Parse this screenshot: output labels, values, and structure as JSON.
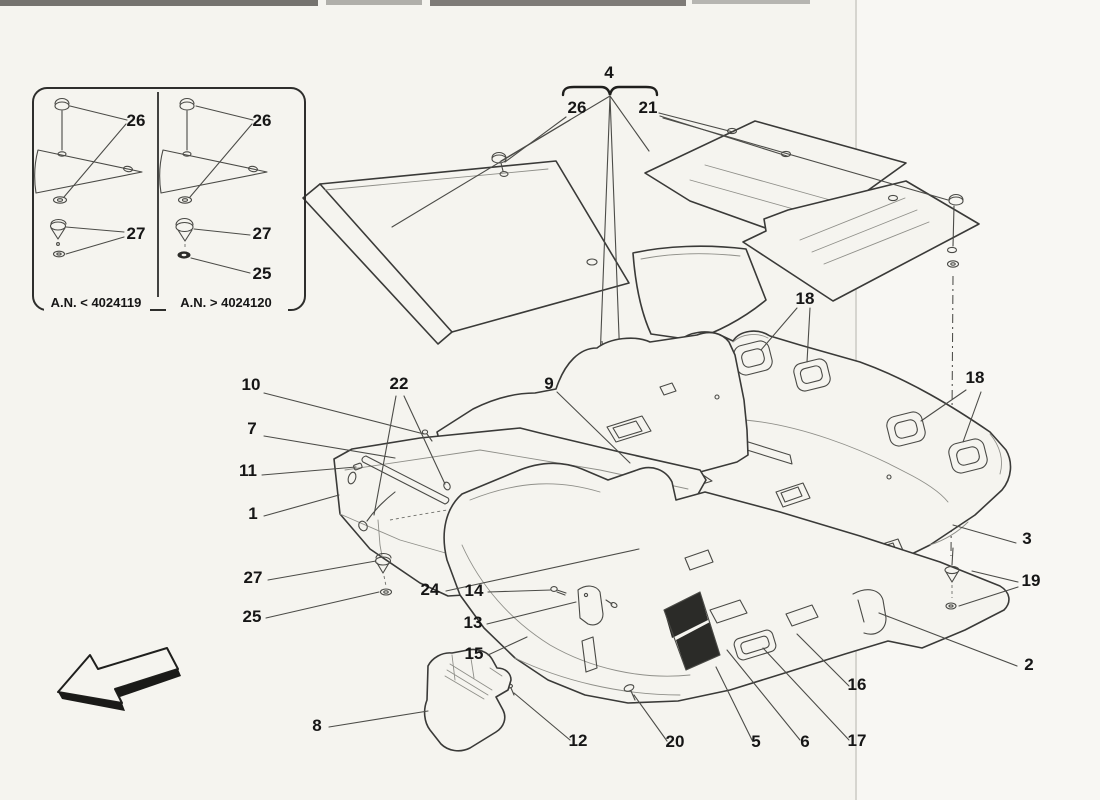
{
  "page": {
    "background": "#f5f4ef",
    "line_color": "#3a3a38",
    "text_color": "#161616"
  },
  "inset": {
    "caption_left": "A.N. < 4024119",
    "caption_right": "A.N. > 4024120",
    "callout_26_left": "26",
    "callout_27_left": "27",
    "callout_26_right": "26",
    "callout_27_right": "27",
    "callout_25_right": "25"
  },
  "labels": {
    "group4": "4",
    "mats26": "26",
    "mats21": "21",
    "rings18a": "18",
    "rings18b": "18",
    "stud9": "9",
    "rail22": "22",
    "screw10": "10",
    "bracket7": "7",
    "clip11": "11",
    "carpet1": "1",
    "clip27": "27",
    "washer25": "25",
    "sill24": "24",
    "screw14": "14",
    "flap13": "13",
    "edge15": "15",
    "trim8": "8",
    "screw12": "12",
    "pin20": "20",
    "part5": "5",
    "part6": "6",
    "part17": "17",
    "part16": "16",
    "carpet2": "2",
    "fastener19": "19",
    "carpet3": "3"
  }
}
